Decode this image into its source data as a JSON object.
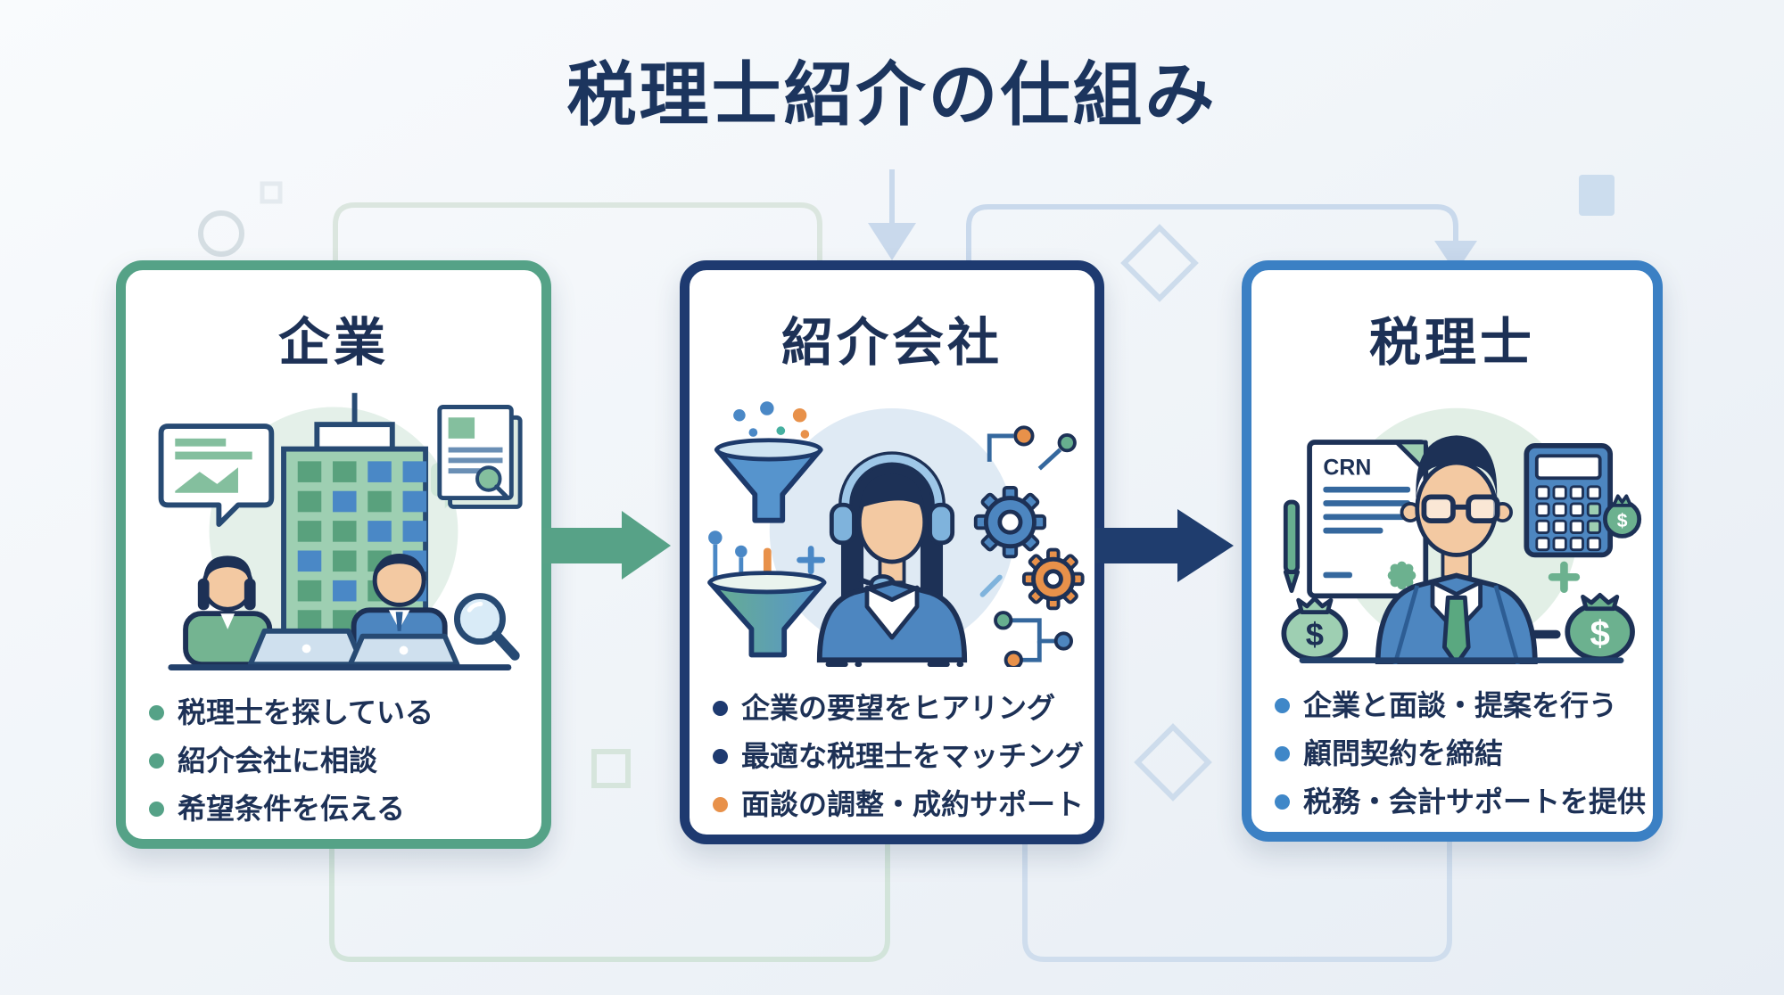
{
  "title": "税理士紹介の仕組み",
  "labels": {
    "document_tag": "CRN",
    "money_symbol": "$"
  },
  "palette": {
    "title_text": "#1c355e",
    "body_text": "#1d3156",
    "background": "#f1f5f9"
  },
  "cards": [
    {
      "title": "企業",
      "border_color": "#55a287",
      "illustration": "company-office-illustration",
      "bullets": [
        {
          "text": "税理士を探している",
          "dot_color": "#55a287"
        },
        {
          "text": "紹介会社に相談",
          "dot_color": "#55a287"
        },
        {
          "text": "希望条件を伝える",
          "dot_color": "#55a287"
        }
      ]
    },
    {
      "title": "紹介会社",
      "border_color": "#1e3a70",
      "illustration": "support-agent-matching-illustration",
      "bullets": [
        {
          "text": "企業の要望をヒアリング",
          "dot_color": "#1e3a70"
        },
        {
          "text": "最適な税理士をマッチング",
          "dot_color": "#1e3a70"
        },
        {
          "text": "面談の調整・成約サポート",
          "dot_color": "#e8914a"
        }
      ]
    },
    {
      "title": "税理士",
      "border_color": "#3b80c4",
      "illustration": "tax-accountant-illustration",
      "bullets": [
        {
          "text": "企業と面談・提案を行う",
          "dot_color": "#3f87c8"
        },
        {
          "text": "顧問契約を締結",
          "dot_color": "#3f87c8"
        },
        {
          "text": "税務・会計サポートを提供",
          "dot_color": "#3f87c8"
        }
      ]
    }
  ],
  "arrows": [
    {
      "direction": "right",
      "color": "#57a287"
    },
    {
      "direction": "right",
      "color": "#1f3d6e"
    }
  ]
}
